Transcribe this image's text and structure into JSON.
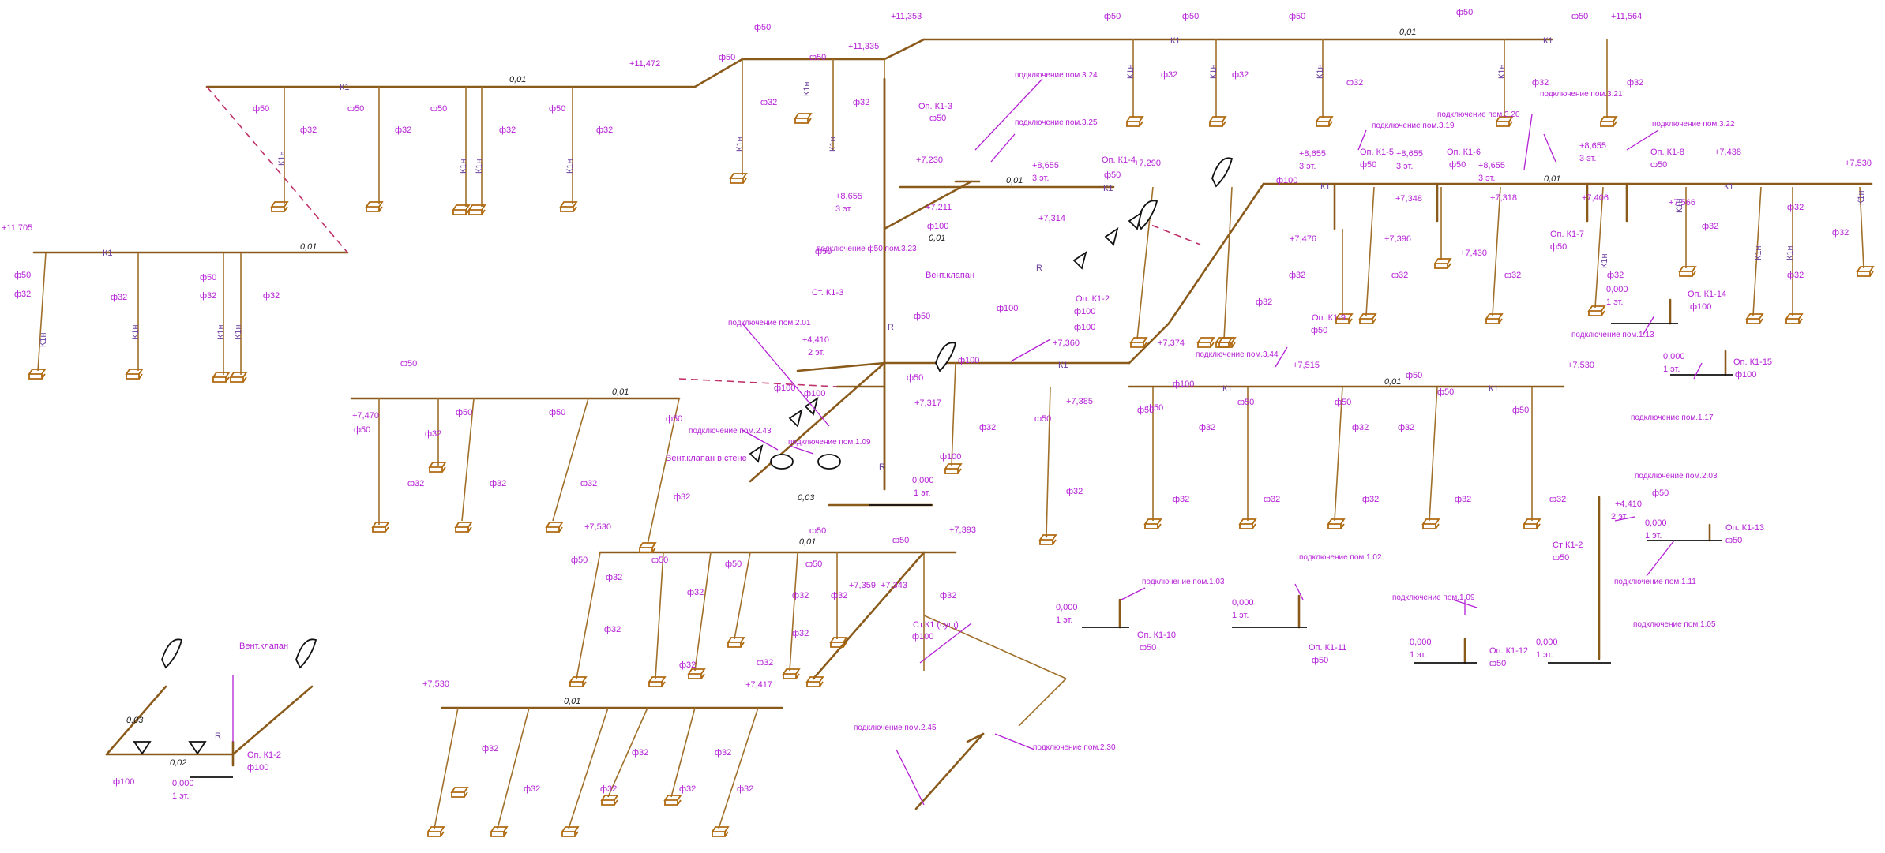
{
  "colors": {
    "pipe": "#8a5a1a",
    "branch": "#a0702a",
    "annotation": "#b41fd6",
    "dashed": "#c0306a",
    "fixture": "#111111"
  },
  "labels": {
    "elev_11705": "+11,705",
    "elev_11472": "+11,472",
    "elev_11353": "+11,353",
    "elev_11335": "+11,335",
    "elev_11564": "+11,564",
    "elev_7230": "+7,230",
    "elev_8655": "+8,655",
    "elev_7211": "+7,211",
    "elev_7290": "+7,290",
    "elev_7314": "+7,314",
    "elev_7348": "+7,348",
    "elev_7396": "+7,396",
    "elev_7476": "+7,476",
    "elev_7430": "+7,430",
    "elev_7318": "+7,318",
    "elev_7406": "+7,406",
    "elev_7438": "+7,438",
    "elev_7566": "+7,566",
    "elev_7530": "+7,530",
    "elev_7470": "+7,470",
    "elev_4410": "+4,410",
    "elev_7360": "+7,360",
    "elev_7374": "+7,374",
    "elev_7515": "+7,515",
    "elev_7385": "+7,385",
    "elev_7317": "+7,317",
    "elev_7393": "+7,393",
    "elev_7359": "+7,359",
    "elev_7343": "+7,343",
    "elev_7417": "+7,417",
    "elev_0000": "0,000",
    "floor_1": "1 эт.",
    "floor_2": "2 эт.",
    "floor_3": "3 эт.",
    "slope_001": "0,01",
    "slope_002": "0,02",
    "slope_003": "0,03",
    "k1": "К1",
    "k1n": "К1н",
    "r": "R",
    "d50": "ф50",
    "d32": "ф32",
    "d100": "ф100",
    "conn_324": "подключение пом.3.24",
    "conn_325": "подключение пом.3.25",
    "conn_323": "подключение ф50 пом.3,23",
    "conn_319": "подключение пом.3.19",
    "conn_320": "подключение пом.3.20",
    "conn_321": "подключение пом.3.21",
    "conn_322": "подключение пом.3.22",
    "conn_201": "подключение пом.2.01",
    "conn_243": "подключение пом.2.43",
    "conn_109": "подключение пом.1.09",
    "conn_344": "подключение пом.3,44",
    "conn_113": "подключение пом.1.13",
    "conn_117": "подключение пом.1.17",
    "conn_203": "подключение пом.2.03",
    "conn_111": "подключение пом.1.11",
    "conn_103": "подключение пом.1.03",
    "conn_102": "подключение пом.1.02",
    "conn_105": "подключение пом.1.05",
    "conn_245": "подключение пом.2.45",
    "conn_230": "подключение пом.2.30",
    "op_k13": "Оп. К1-3",
    "op_k14": "Оп. К1-4",
    "op_k15": "Оп. К1-5",
    "op_k16": "Оп. К1-6",
    "op_k17": "Оп. К1-7",
    "op_k18": "Оп. К1-8",
    "op_k12": "Оп. К1-2",
    "op_k19": "Оп. К1-9",
    "op_k110": "Оп. К1-10",
    "op_k111": "Оп. К1-11",
    "op_k112": "Оп. К1-12",
    "op_k113": "Оп. К1-13",
    "op_k114": "Оп. К1-14",
    "op_k115": "Оп. К1-15",
    "st_k13": "Ст. К1-3",
    "st_k12": "Ст К1-2",
    "st_k1": "Ст.К1 (сущ)",
    "vent": "Вент.клапан",
    "vent_wall": "Вент.клапан в стене"
  }
}
